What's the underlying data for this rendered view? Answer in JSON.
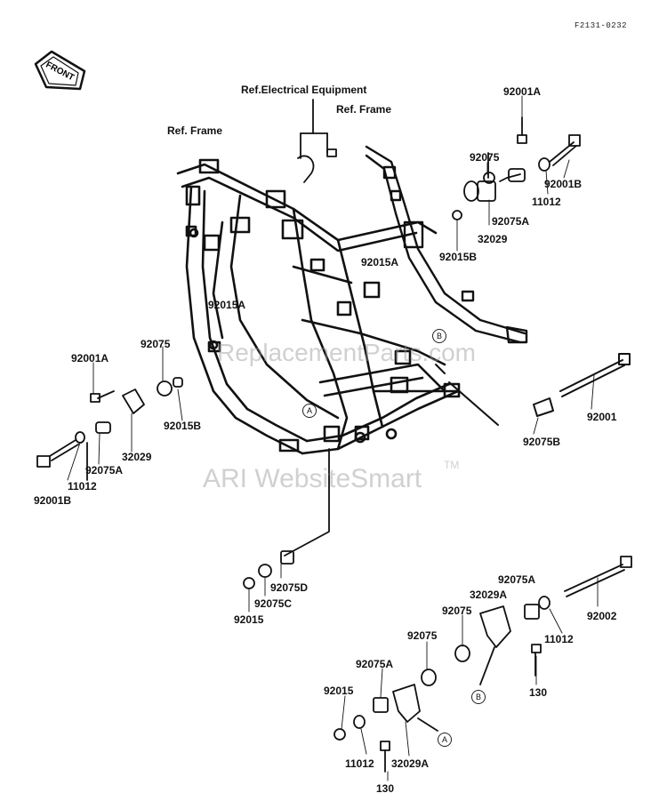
{
  "doc_code": "F2131-0232",
  "front_badge": "FRONT",
  "refs": {
    "electrical": "Ref.Electrical Equipment",
    "frame_left": "Ref. Frame",
    "frame_right": "Ref. Frame"
  },
  "watermarks": {
    "replacement": "ReplacementParts.com",
    "ari": "ARI WebsiteSmart",
    "tm": "TM"
  },
  "callouts": {
    "a": "A",
    "b": "B"
  },
  "labels": {
    "r_92001A": "92001A",
    "r_92075": "92075",
    "r_92001B": "92001B",
    "r_11012": "11012",
    "r_92075A": "92075A",
    "r_32029": "32029",
    "r_92015B": "92015B",
    "c_92015A_upper": "92015A",
    "c_92015A_mid": "92015A",
    "l_92075": "92075",
    "l_92001A": "92001A",
    "l_92015B": "92015B",
    "l_32029": "32029",
    "l_92075A": "92075A",
    "l_11012": "11012",
    "l_92001B": "92001B",
    "r_92001": "92001",
    "r_92075B": "92075B",
    "b_92075D": "92075D",
    "b_92075C": "92075C",
    "b_92015": "92015",
    "br_92075A": "92075A",
    "br_32029A": "32029A",
    "br_92075": "92075",
    "br_92002": "92002",
    "br_11012": "11012",
    "br_130": "130",
    "bl_92075": "92075",
    "bl_92075A": "92075A",
    "bl_92015": "92015",
    "bl_11012": "11012",
    "bl_32029A": "32029A",
    "bl_130": "130"
  }
}
